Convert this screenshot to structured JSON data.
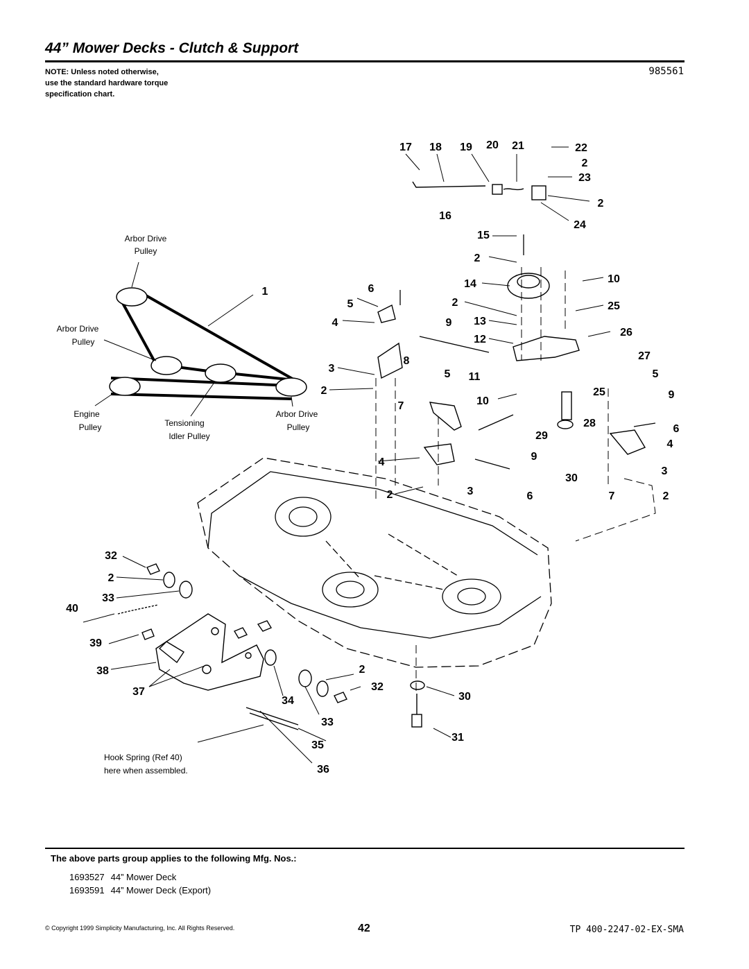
{
  "header": {
    "title": "44” Mower Decks - Clutch & Support",
    "note_lines": [
      "NOTE: Unless noted otherwise,",
      "use the standard hardware torque",
      "specification chart."
    ],
    "drawing_number": "985561"
  },
  "diagram": {
    "belt_labels": {
      "arbor_top": [
        "Arbor Drive",
        "Pulley"
      ],
      "arbor_left": [
        "Arbor Drive",
        "Pulley"
      ],
      "engine": [
        "Engine",
        "Pulley"
      ],
      "tensioning": [
        "Tensioning",
        "Idler Pulley"
      ],
      "arbor_right": [
        "Arbor Drive",
        "Pulley"
      ]
    },
    "hook_note": [
      "Hook Spring (Ref 40)",
      "here when assembled."
    ],
    "callouts": [
      "17",
      "18",
      "19",
      "20",
      "21",
      "22",
      "2",
      "23",
      "2",
      "16",
      "24",
      "15",
      "2",
      "14",
      "10",
      "6",
      "2",
      "25",
      "5",
      "1",
      "4",
      "9",
      "13",
      "26",
      "12",
      "27",
      "8",
      "3",
      "5",
      "11",
      "5",
      "2",
      "25",
      "10",
      "9",
      "7",
      "28",
      "6",
      "29",
      "4",
      "9",
      "4",
      "3",
      "30",
      "2",
      "3",
      "6",
      "7",
      "2",
      "32",
      "2",
      "33",
      "40",
      "39",
      "38",
      "2",
      "32",
      "30",
      "37",
      "34",
      "33",
      "35",
      "31",
      "36"
    ]
  },
  "footer": {
    "applies_text": "The above parts group applies to the following Mfg. Nos.:",
    "mfg": [
      {
        "number": "1693527",
        "description": "44” Mower Deck"
      },
      {
        "number": "1693591",
        "description": "44” Mower Deck (Export)"
      }
    ],
    "copyright": "© Copyright 1999 Simplicity Manufacturing, Inc. All Rights Reserved.",
    "page_number": "42",
    "doc_code": "TP 400-2247-02-EX-SMA"
  }
}
